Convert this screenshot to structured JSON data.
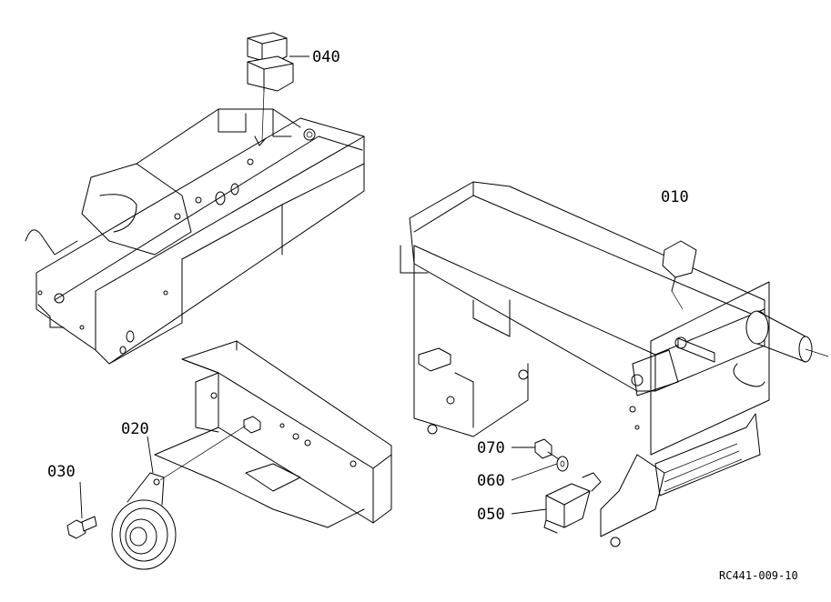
{
  "parts": [
    {
      "id": "p040",
      "label": "040"
    },
    {
      "id": "p010",
      "label": "010"
    },
    {
      "id": "p020",
      "label": "020"
    },
    {
      "id": "p030",
      "label": "030"
    },
    {
      "id": "p070",
      "label": "070"
    },
    {
      "id": "p060",
      "label": "060"
    },
    {
      "id": "p050",
      "label": "050"
    }
  ],
  "drawing_code": "RC441-009-10"
}
